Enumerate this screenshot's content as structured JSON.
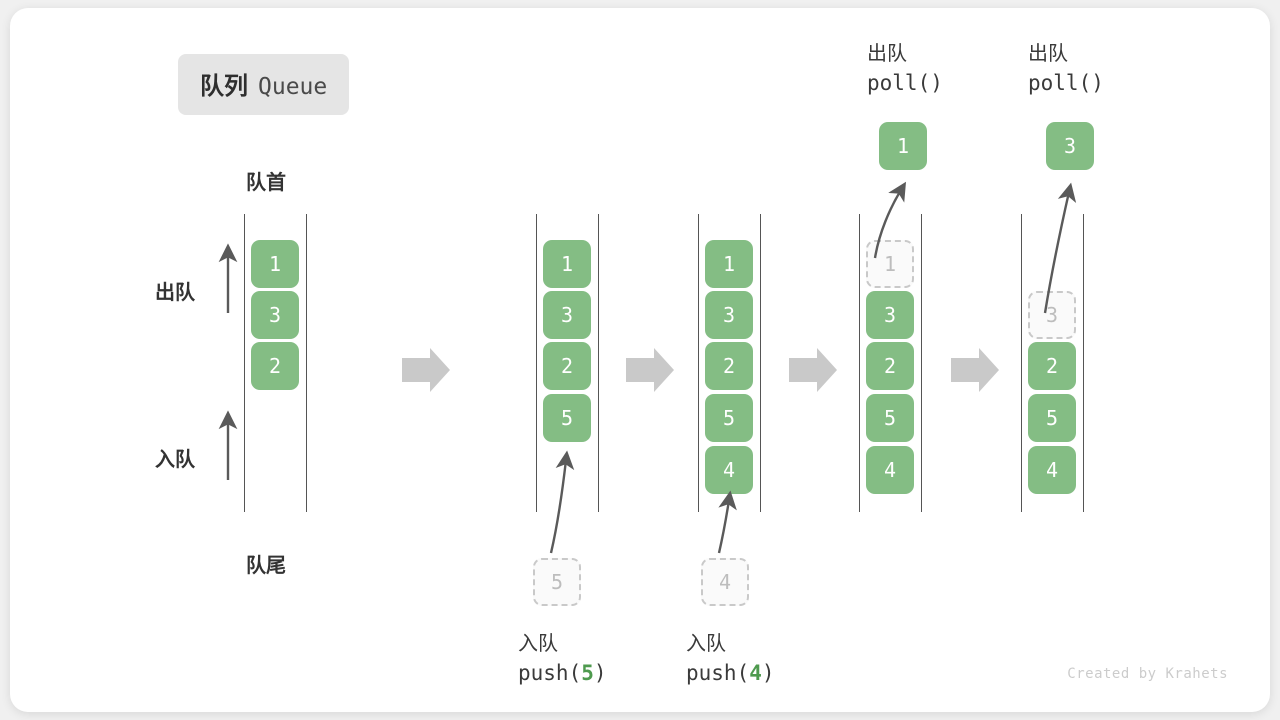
{
  "title": {
    "cn": "队列",
    "en": "Queue"
  },
  "labels": {
    "front": "队首",
    "rear": "队尾",
    "dequeue": "出队",
    "enqueue": "入队"
  },
  "colors": {
    "cell_fill": "#84bd84",
    "cell_text": "#ffffff",
    "ghost_border": "#c9c9c9",
    "ghost_text": "#bdbdbd",
    "rail": "#555555",
    "arrow": "#5a5a5a",
    "step_arrow": "#c9c9c9",
    "badge_bg": "#e5e5e5",
    "accent_green": "#4e9a4e",
    "card_bg": "#ffffff",
    "page_bg": "#f0f0f0"
  },
  "columns": [
    {
      "id": "initial",
      "cells": [
        {
          "value": "1",
          "state": "filled"
        },
        {
          "value": "3",
          "state": "filled"
        },
        {
          "value": "2",
          "state": "filled"
        }
      ]
    },
    {
      "id": "after-push-5",
      "cells": [
        {
          "value": "1",
          "state": "filled"
        },
        {
          "value": "3",
          "state": "filled"
        },
        {
          "value": "2",
          "state": "filled"
        },
        {
          "value": "5",
          "state": "filled"
        }
      ],
      "incoming": {
        "value": "5"
      },
      "caption": {
        "cn": "入队",
        "code_prefix": "push(",
        "code_num": "5",
        "code_suffix": ")"
      }
    },
    {
      "id": "after-push-4",
      "cells": [
        {
          "value": "1",
          "state": "filled"
        },
        {
          "value": "3",
          "state": "filled"
        },
        {
          "value": "2",
          "state": "filled"
        },
        {
          "value": "5",
          "state": "filled"
        },
        {
          "value": "4",
          "state": "filled"
        }
      ],
      "incoming": {
        "value": "4"
      },
      "caption": {
        "cn": "入队",
        "code_prefix": "push(",
        "code_num": "4",
        "code_suffix": ")"
      }
    },
    {
      "id": "after-poll-1",
      "cells": [
        {
          "value": "1",
          "state": "ghost"
        },
        {
          "value": "3",
          "state": "filled"
        },
        {
          "value": "2",
          "state": "filled"
        },
        {
          "value": "5",
          "state": "filled"
        },
        {
          "value": "4",
          "state": "filled"
        }
      ],
      "popped": {
        "value": "1"
      },
      "top_caption": {
        "cn": "出队",
        "code": "poll()"
      }
    },
    {
      "id": "after-poll-3",
      "cells": [
        {
          "value": "",
          "state": "empty"
        },
        {
          "value": "3",
          "state": "ghost"
        },
        {
          "value": "2",
          "state": "filled"
        },
        {
          "value": "5",
          "state": "filled"
        },
        {
          "value": "4",
          "state": "filled"
        }
      ],
      "popped": {
        "value": "3"
      },
      "top_caption": {
        "cn": "出队",
        "code": "poll()"
      }
    }
  ],
  "watermark": "Created by Krahets"
}
